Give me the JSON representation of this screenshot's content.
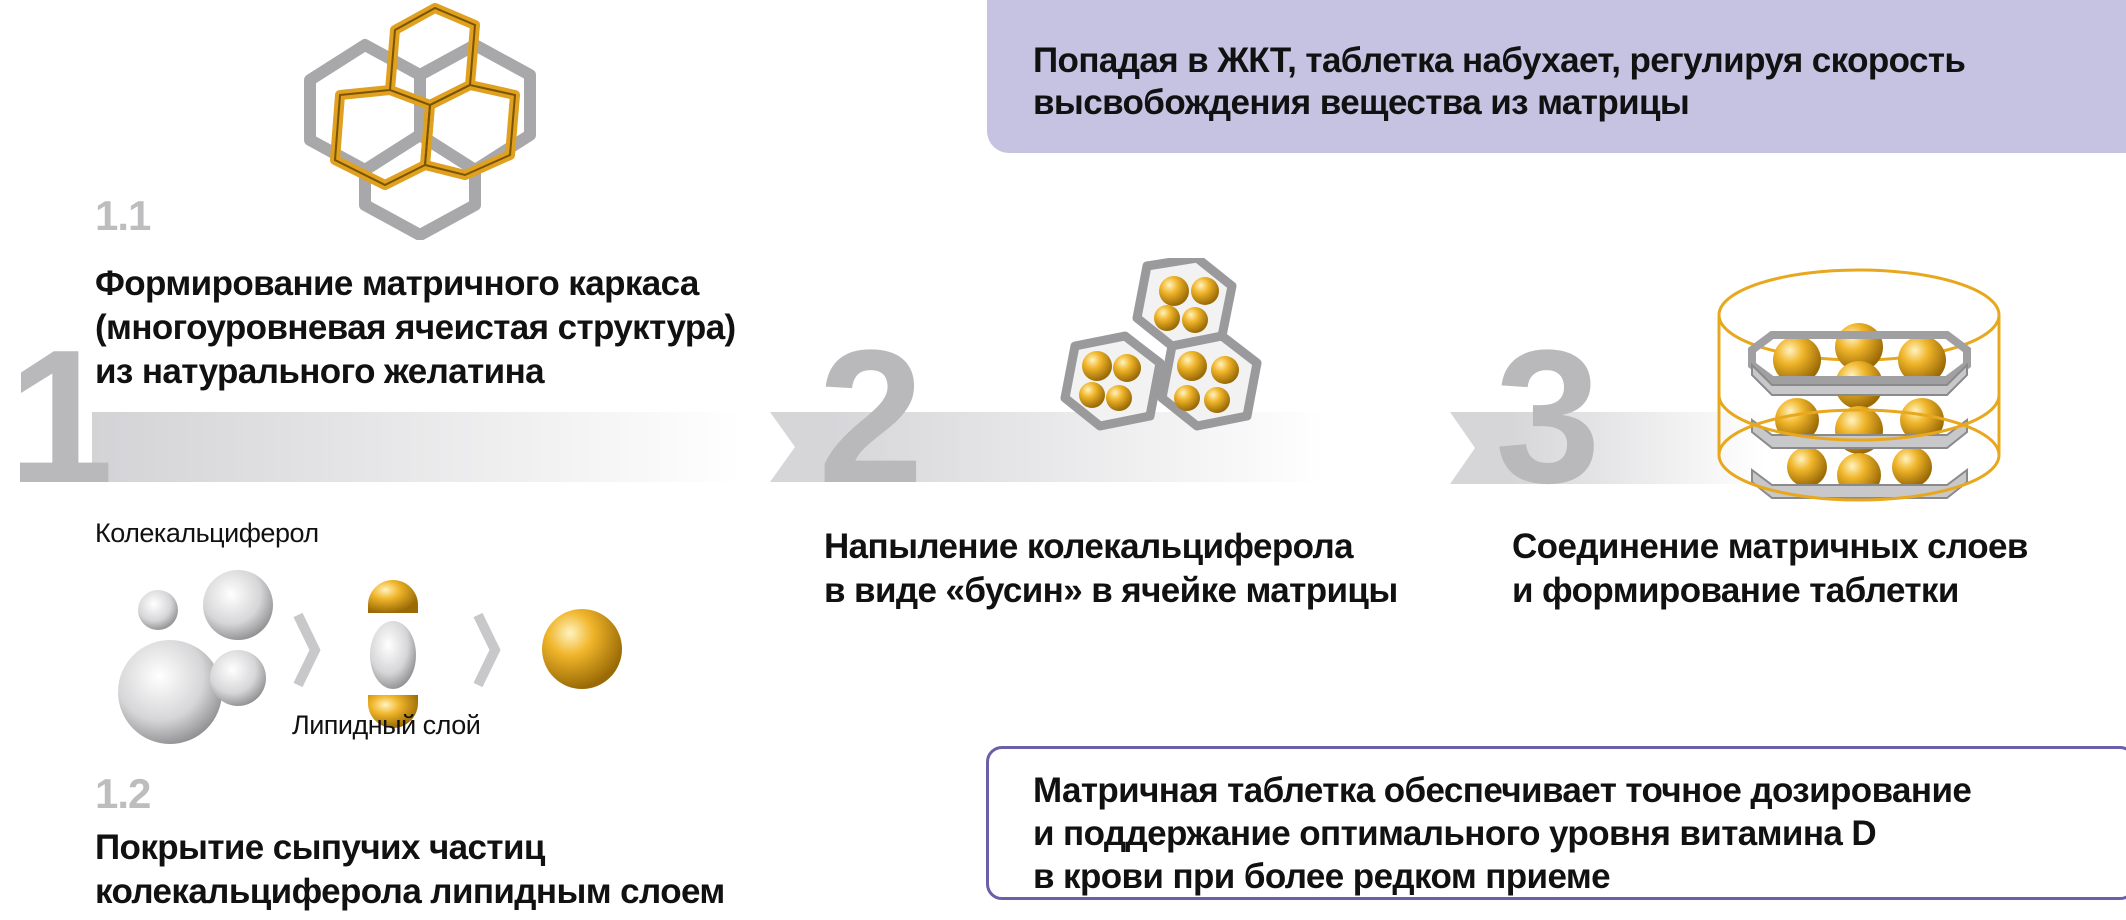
{
  "top_note": {
    "line1": "Попадая в ЖКТ, таблетка набухает, регулируя скорость",
    "line2": "высвобождения вещества из матрицы"
  },
  "steps": [
    {
      "number": "1",
      "sub_steps": [
        {
          "number": "1.1",
          "lines": [
            "Формирование матричного каркаса",
            "(многоуровневая ячеистая структура)",
            "из натурального желатина"
          ]
        },
        {
          "number": "1.2",
          "lines": [
            "Покрытие сыпучих частиц",
            "колекальциферола липидным слоем"
          ],
          "label_top": "Колекальциферол",
          "label_bottom": "Липидный слой"
        }
      ]
    },
    {
      "number": "2",
      "lines": [
        "Напыление колекальциферола",
        "в виде «бусин» в ячейке матрицы"
      ]
    },
    {
      "number": "3",
      "lines": [
        "Соединение матричных слоев",
        "и формирование таблетки"
      ]
    }
  ],
  "bottom_note": {
    "lines": [
      "Матричная таблетка обеспечивает точное дозирование",
      "и поддержание оптимального уровня витамина D",
      "в крови при более редком приеме"
    ]
  },
  "colors": {
    "gold": "#e8a81e",
    "gray": "#b9b9bc",
    "purple_fill": "#c6c2e2",
    "purple_border": "#6c5ea8"
  }
}
